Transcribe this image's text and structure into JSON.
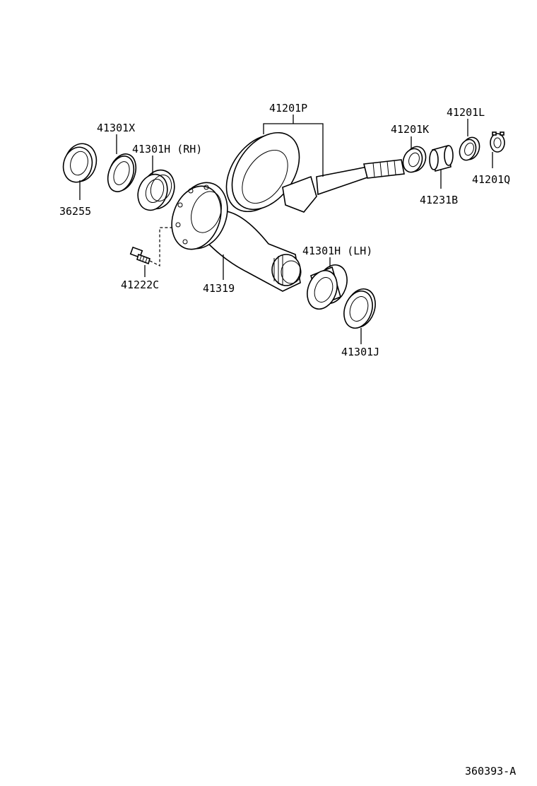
{
  "diagram": {
    "labels": {
      "p41201P": "41201P",
      "p41301X": "41301X",
      "p41301H_RH": "41301H (RH)",
      "p36255": "36255",
      "p41201K": "41201K",
      "p41201L": "41201L",
      "p41231B": "41231B",
      "p41201Q": "41201Q",
      "p41301H_LH": "41301H (LH)",
      "p41222C": "41222C",
      "p41319": "41319",
      "p41301J": "41301J"
    },
    "figure_code": "360393-A"
  }
}
